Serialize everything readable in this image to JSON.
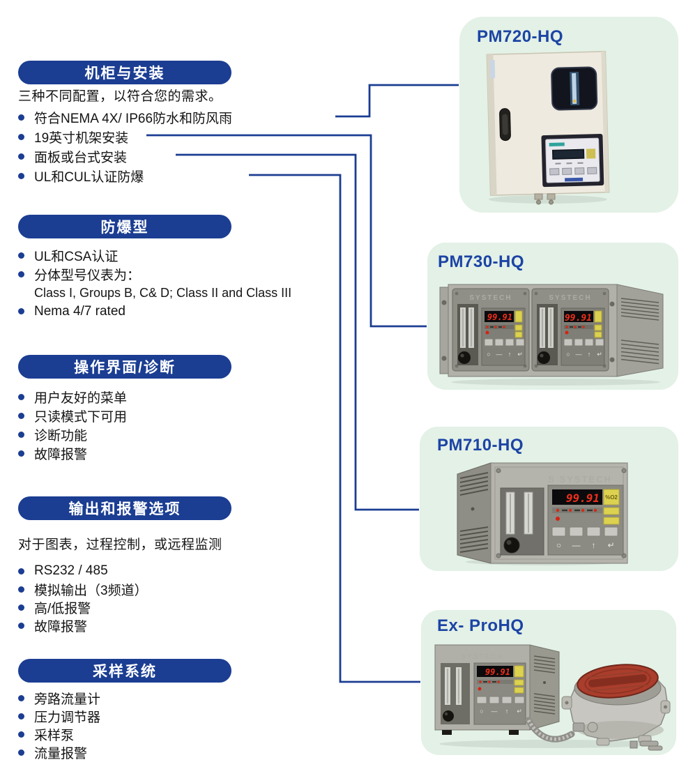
{
  "page": {
    "background": "#ffffff",
    "accent_blue": "#1b3d92",
    "card_green": "#e3f1e6",
    "product_title_blue": "#1c44a5",
    "led_red": "#ee2f1b"
  },
  "sections": [
    {
      "title": "机柜与安装",
      "intro": "三种不同配置，以符合您的需求。",
      "bullets": [
        "符合NEMA 4X/ IP66防水和防风雨",
        "19英寸机架安装",
        "面板或台式安装",
        "UL和CUL认证防爆"
      ]
    },
    {
      "title": "防爆型",
      "bullets": [
        "UL和CSA认证",
        "分体型号仪表为：",
        "Nema 4/7 rated"
      ],
      "note": "Class I, Groups B, C& D; Class II and Class III"
    },
    {
      "title": "操作界面/诊断",
      "bullets": [
        "用户友好的菜单",
        "只读模式下可用",
        "诊断功能",
        "故障报警"
      ]
    },
    {
      "title": "输出和报警选项",
      "intro": "对于图表，过程控制，或远程监测",
      "bullets": [
        "RS232 / 485",
        "模拟输出（3频道）",
        "高/低报警",
        "故障报警"
      ]
    },
    {
      "title": "采样系统",
      "bullets": [
        "旁路流量计",
        "压力调节器",
        "采样泵",
        "流量报警"
      ]
    }
  ],
  "products": [
    {
      "name": "PM720-HQ"
    },
    {
      "name": "PM730-HQ",
      "brand": "SYSTECH",
      "display_value": "99.91"
    },
    {
      "name": "PM710-HQ",
      "brand": "S SYSTECH",
      "display_value": "99.91",
      "display_unit": "%O2"
    },
    {
      "name": "Ex- ProHQ",
      "brand": "SYSTECH",
      "display_value": "99.91"
    }
  ]
}
